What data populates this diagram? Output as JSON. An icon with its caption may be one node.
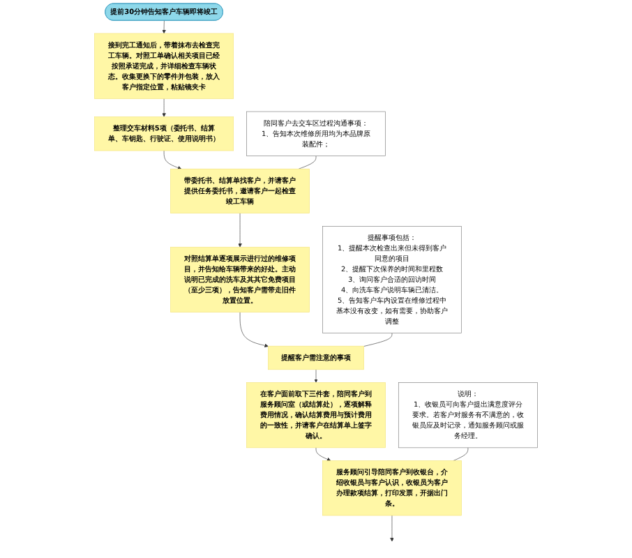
{
  "diagram": {
    "nodes": [
      {
        "text": [
          "提前30分钟告知客户车辆即将竣工"
        ]
      },
      {
        "text": [
          "接到完工通知后，带着抹布去检查完工车辆。对照工单确认相关项目已经按照承诺完成，并详细检查车辆状态。收集更换下的零件并包装，放入客户指定位置，粘贴镜夹卡"
        ]
      },
      {
        "text": [
          "整理交车材料5项（委托书、结算单、车钥匙、行驶证、使用说明书）"
        ]
      },
      {
        "text": [
          "带委托书、结算单找客户，并请客户提供任务委托书，邀请客户一起检查竣工车辆"
        ]
      },
      {
        "text": [
          "对照结算单逐项展示进行过的维修项目，并告知给车辆带来的好处。主动说明已完成的洗车及其其它免费项目（至少三项），告知客户需带走旧件放置位置。"
        ]
      },
      {
        "text": [
          "提醒客户需注意的事项"
        ]
      },
      {
        "text": [
          "在客户面前取下三件套，陪同客户到服务顾问室（或结算处），逐项解释费用情况，确认结算费用与预计费用的一致性，并请客户在结算单上签字确认。"
        ]
      },
      {
        "text": [
          "服务顾问引导陪同客户到收银台，介绍收银员与客户认识，收银员为客户办理款项结算，打印发票，开据出门条。"
        ]
      },
      {
        "text": [
          "陪同客户去交车区过程沟通事项：",
          "1、告知本次维修所用均为本品牌原装配件；"
        ]
      },
      {
        "text": [
          "提醒事项包括：",
          "1、提醒本次检查出来但未得到客户同意的项目",
          "2、提醒下次保养的时间和里程数",
          "3、询问客户合适的回访时间",
          "4、向洗车客户说明车辆已清洁。",
          "5、告知客户车内设置在维修过程中基本没有改变，如有需要，协助客户调整"
        ]
      },
      {
        "text": [
          "说明：",
          "1、收银员可向客户提出满意度评分要求。若客户对服务有不满意的，收银员应及时记录，通知服务顾问或服务经理。"
        ]
      }
    ],
    "edges": [
      {
        "from": 0,
        "to": 1,
        "arrow": "to"
      },
      {
        "from": 1,
        "to": 2,
        "arrow": "to"
      },
      {
        "from": 2,
        "to": 3,
        "arrow": "to"
      },
      {
        "from": 3,
        "to": 4,
        "arrow": "to"
      },
      {
        "from": 4,
        "to": 5,
        "arrow": "to"
      },
      {
        "from": 5,
        "to": 6,
        "arrow": "to"
      },
      {
        "from": 6,
        "to": 7,
        "arrow": "to"
      },
      {
        "from": 7,
        "to": null,
        "arrow": "to"
      },
      {
        "from": 8,
        "to": 3,
        "arrow": "none"
      },
      {
        "from": 9,
        "to": 5,
        "arrow": "none"
      },
      {
        "from": 10,
        "to": 7,
        "arrow": "none"
      }
    ]
  }
}
